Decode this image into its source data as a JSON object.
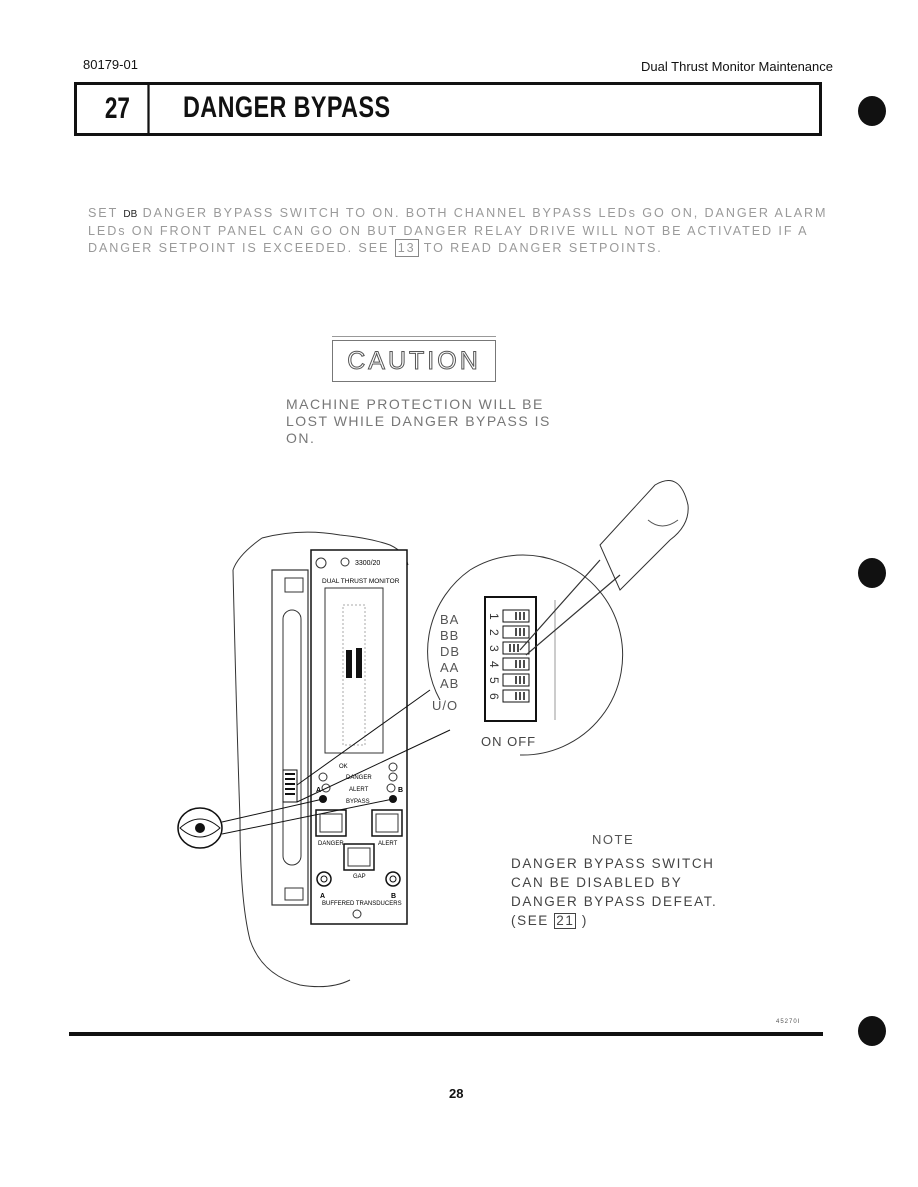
{
  "header": {
    "doc_number": "80179-01",
    "manual_title": "Dual Thrust Monitor Maintenance"
  },
  "section": {
    "number": "27",
    "title": "DANGER BYPASS"
  },
  "procedure": {
    "part1": "SET ",
    "switch_code": "DB",
    "part2": " DANGER BYPASS SWITCH TO ON. BOTH CHANNEL BYPASS LEDs GO ON, DANGER ALARM LEDs ON FRONT PANEL CAN GO ON BUT DANGER RELAY DRIVE WILL NOT BE ACTIVATED IF A DANGER SETPOINT IS EXCEEDED. SEE ",
    "ref": "13",
    "part3": " TO READ DANGER SETPOINTS."
  },
  "caution": {
    "label": "CAUTION",
    "message": "MACHINE PROTECTION WILL BE LOST WHILE DANGER BYPASS IS ON."
  },
  "figure": {
    "model": "3300/20",
    "module_name": "DUAL THRUST MONITOR",
    "ok_label": "OK",
    "danger_label": "DANGER",
    "alert_label": "ALERT",
    "bypass_label": "BYPASS",
    "channel_a": "A",
    "channel_b": "B",
    "btn_danger": "DANGER",
    "btn_alert": "ALERT",
    "btn_gap": "GAP",
    "buffered": "BUFFERED TRANSDUCERS",
    "switch_labels": [
      "BA",
      "BB",
      "DB",
      "AA",
      "AB",
      "U/O"
    ],
    "switch_numbers": [
      "1",
      "2",
      "3",
      "4",
      "5",
      "6"
    ],
    "on_off": "ON OFF"
  },
  "note": {
    "title": "NOTE",
    "text": "DANGER BYPASS SWITCH CAN BE DISABLED BY DANGER BYPASS DEFEAT.",
    "see_prefix": "(SEE ",
    "ref": "21",
    "see_suffix": " )"
  },
  "figure_id": "45270I",
  "page_number": "28"
}
